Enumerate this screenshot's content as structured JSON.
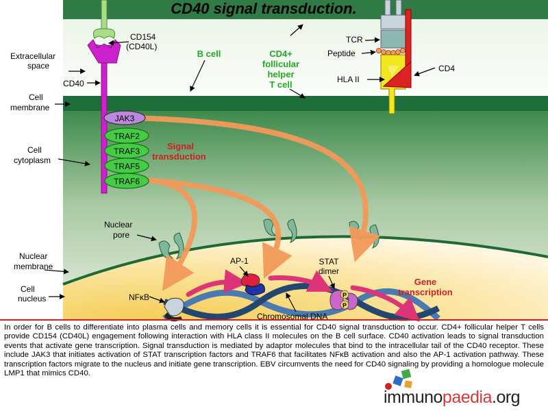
{
  "title": "CD40 signal transduction.",
  "regions": {
    "extracellular": "Extracellular space",
    "membrane": "Cell membrane",
    "cytoplasm": "Cell cytoplasm",
    "nuclear_membrane": "Nuclear membrane",
    "nucleus": "Cell nucleus",
    "nuclear_pore": "Nuclear pore"
  },
  "cells": {
    "b_cell": "B cell",
    "t_cell": "CD4+ follicular helper T cell"
  },
  "molecules": {
    "cd154": "CD154 (CD40L)",
    "cd40": "CD40",
    "tcr": "TCR",
    "peptide": "Peptide",
    "cd4": "CD4",
    "hla": "HLA II",
    "jak3": "JAK3",
    "traf2": "TRAF2",
    "traf3": "TRAF3",
    "traf5": "TRAF5",
    "traf6": "TRAF6",
    "ap1": "AP-1",
    "stat": "STAT dimer",
    "nfkb": "NFκB",
    "dna": "Chromosomal DNA",
    "p": "P"
  },
  "process": {
    "signal": "Signal transduction",
    "gene": "Gene transcription"
  },
  "caption": "In order for B cells to differentiate into plasma cells and memory cells it is essential for CD40 signal transduction to occur. CD4+ follicular helper T cells provide CD154 (CD40L) engagement following interaction with HLA class II molecules on the B cell surface. CD40 activation leads to signal transduction events that activate gene transcription. Signal transduction is mediated by adaptor molecules that bind to the intracellular tail of the CD40 receptor. These include JAK3 that initiates activation of STAT transcription factors and TRAF6 that facilitates NFκB activation and also the AP-1 activation pathway. These transcription factors migrate to the nucleus and initiate gene transcription. EBV circumvents the need for CD40 signaling by providing a homologue molecule LMP1 that mimics CD40.",
  "logo": {
    "immuno": "immuno",
    "paedia": "paedia",
    "org": ".org"
  },
  "colors": {
    "membrane_green": "#1e6e3c",
    "cytoplasm_green": "#6fa36a",
    "nucleus_yellow": "#f5cf6a",
    "cd40_magenta": "#cc22cc",
    "traf_green": "#44cc44",
    "jak_purple": "#bb88dd",
    "arrow_orange": "#f29a5a",
    "arrow_pink": "#dd3377",
    "label_red": "#cc2222",
    "label_green": "#22aa22"
  }
}
